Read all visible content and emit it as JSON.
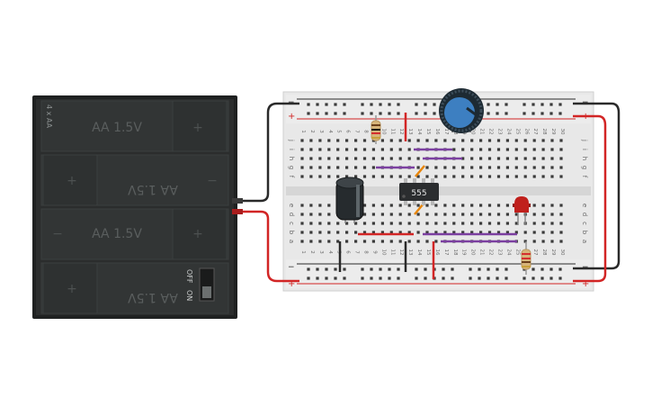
{
  "battery": {
    "pack_label": "4 x AA",
    "cells": [
      "AA 1.5V",
      "AA 1.5V",
      "AA 1.5V",
      "AA 1.5V"
    ],
    "plus_symbol": "+",
    "minus_symbol": "−",
    "switch_off_label": "OFF",
    "switch_on_label": "ON"
  },
  "breadboard": {
    "column_numbers": [
      "1",
      "2",
      "3",
      "4",
      "5",
      "6",
      "7",
      "8",
      "9",
      "10",
      "11",
      "12",
      "13",
      "14",
      "15",
      "16",
      "17",
      "18",
      "19",
      "20",
      "21",
      "22",
      "23",
      "24",
      "25",
      "26",
      "27",
      "28",
      "29",
      "30"
    ],
    "row_letters_top": [
      "j",
      "i",
      "h",
      "g",
      "f"
    ],
    "row_letters_bottom": [
      "e",
      "d",
      "c",
      "b",
      "a"
    ],
    "rail_plus": "+",
    "rail_minus": "−"
  },
  "components": {
    "ic_label": "555"
  },
  "colors": {
    "battery_body": "#2b2d2d",
    "wire_red": "#d22525",
    "wire_black": "#2a2a2a",
    "wire_purple": "#7b3fa0",
    "wire_orange": "#e8860b",
    "board": "#e6e6e6",
    "led_red": "#c0201c",
    "pot_blue": "#3d7fc1"
  }
}
